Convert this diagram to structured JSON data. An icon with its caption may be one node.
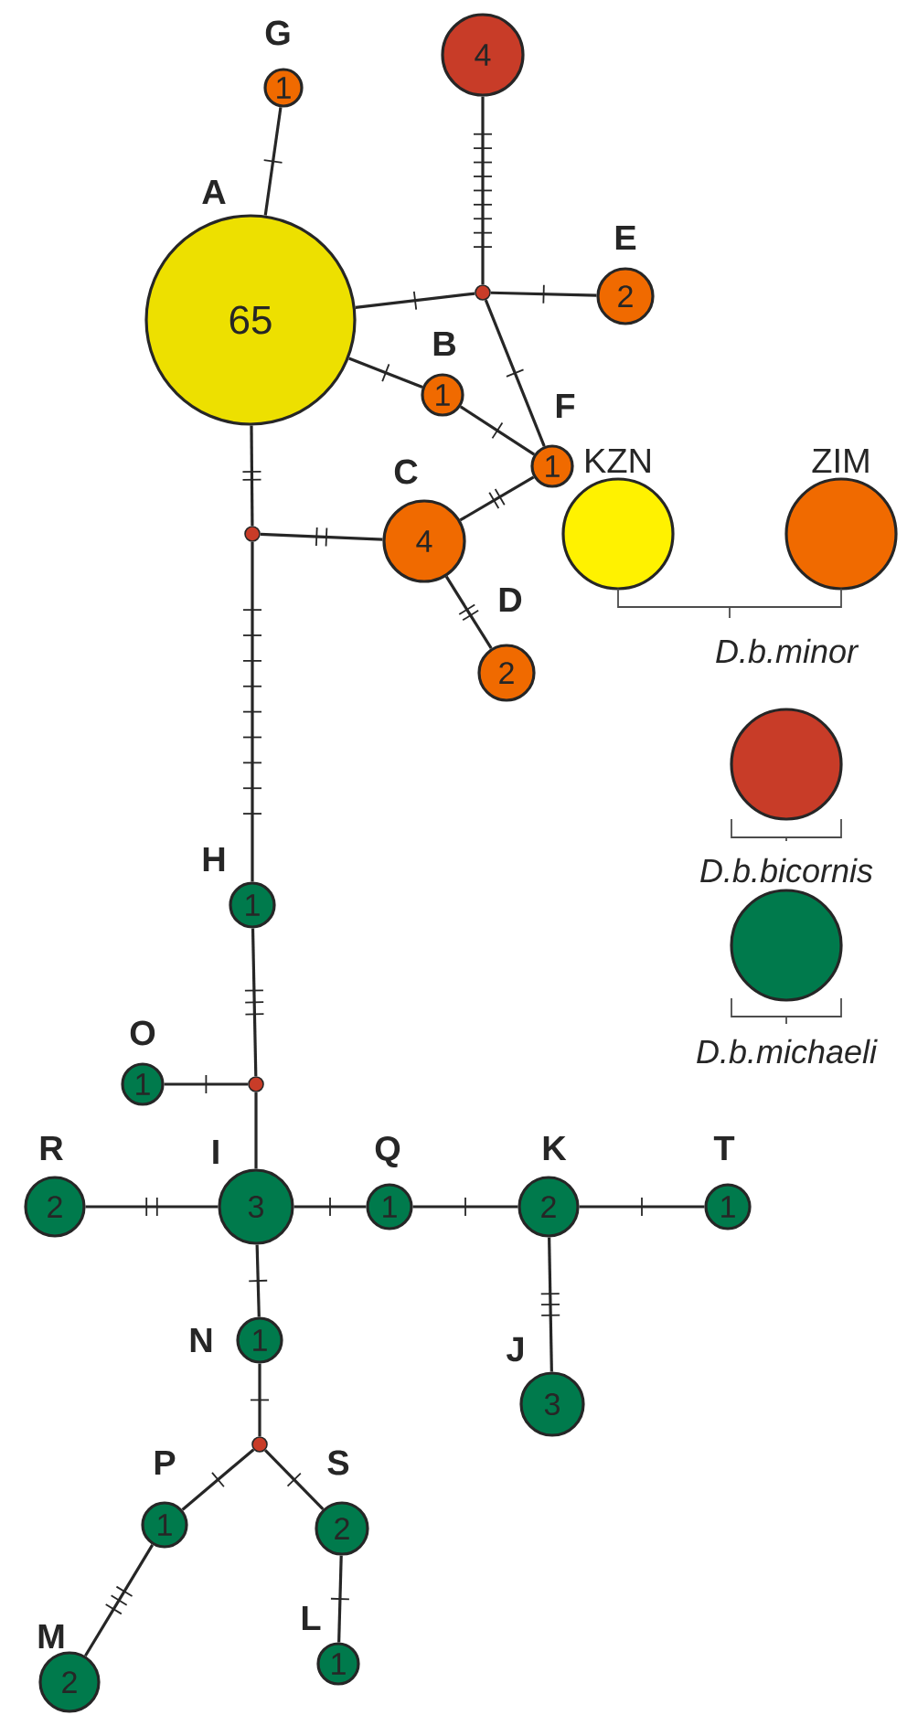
{
  "diagram": {
    "nodes": [
      {
        "text": [
          "65"
        ],
        "beside": [
          "A"
        ]
      },
      {
        "text": [
          "1"
        ],
        "beside": [
          "G"
        ]
      },
      {
        "text": [
          "4"
        ]
      },
      {
        "text": [
          "2"
        ],
        "beside": [
          "E"
        ]
      },
      {
        "text": [
          "1"
        ],
        "beside": [
          "B"
        ]
      },
      {
        "text": [
          "1"
        ],
        "beside": [
          "F"
        ]
      },
      {
        "text": [
          "4"
        ],
        "beside": [
          "C"
        ]
      },
      {
        "text": [
          "2"
        ],
        "beside": [
          "D"
        ]
      },
      {
        "text": [
          "1"
        ],
        "beside": [
          "H"
        ]
      },
      {
        "text": [
          "1"
        ],
        "beside": [
          "O"
        ]
      },
      {
        "text": [
          "3"
        ],
        "beside": [
          "I"
        ]
      },
      {
        "text": [
          "2"
        ],
        "beside": [
          "R"
        ]
      },
      {
        "text": [
          "1"
        ],
        "beside": [
          "Q"
        ]
      },
      {
        "text": [
          "2"
        ],
        "beside": [
          "K"
        ]
      },
      {
        "text": [
          "1"
        ],
        "beside": [
          "T"
        ]
      },
      {
        "text": [
          "3"
        ],
        "beside": [
          "J"
        ]
      },
      {
        "text": [
          "1"
        ],
        "beside": [
          "N"
        ]
      },
      {
        "text": [
          "1"
        ],
        "beside": [
          "P"
        ]
      },
      {
        "text": [
          "2"
        ],
        "beside": [
          "S"
        ]
      },
      {
        "text": [
          "2"
        ],
        "beside": [
          "M"
        ]
      },
      {
        "text": [
          "1"
        ],
        "beside": [
          "L"
        ]
      },
      {
        "text": [],
        "shape": "circle"
      },
      {
        "text": [],
        "shape": "circle"
      },
      {
        "text": [],
        "shape": "circle"
      },
      {
        "text": [],
        "shape": "circle"
      }
    ],
    "edges": [
      {
        "from": 0,
        "to": 1,
        "arrow": "none"
      },
      {
        "from": 0,
        "to": 21,
        "arrow": "none"
      },
      {
        "from": 21,
        "to": 2,
        "arrow": "none"
      },
      {
        "from": 21,
        "to": 3,
        "arrow": "none"
      },
      {
        "from": 21,
        "to": 5,
        "arrow": "none"
      },
      {
        "from": 0,
        "to": 4,
        "arrow": "none"
      },
      {
        "from": 4,
        "to": 5,
        "arrow": "none"
      },
      {
        "from": 5,
        "to": 6,
        "arrow": "none"
      },
      {
        "from": 6,
        "to": 22,
        "arrow": "none"
      },
      {
        "from": 6,
        "to": 7,
        "arrow": "none"
      },
      {
        "from": 0,
        "to": 22,
        "arrow": "none"
      },
      {
        "from": 22,
        "to": 8,
        "arrow": "none"
      },
      {
        "from": 8,
        "to": 23,
        "arrow": "none"
      },
      {
        "from": 9,
        "to": 23,
        "arrow": "none"
      },
      {
        "from": 23,
        "to": 10,
        "arrow": "none"
      },
      {
        "from": 11,
        "to": 10,
        "arrow": "none"
      },
      {
        "from": 10,
        "to": 12,
        "arrow": "none"
      },
      {
        "from": 12,
        "to": 13,
        "arrow": "none"
      },
      {
        "from": 13,
        "to": 14,
        "arrow": "none"
      },
      {
        "from": 13,
        "to": 15,
        "arrow": "none"
      },
      {
        "from": 10,
        "to": 16,
        "arrow": "none"
      },
      {
        "from": 16,
        "to": 24,
        "arrow": "none"
      },
      {
        "from": 24,
        "to": 17,
        "arrow": "none"
      },
      {
        "from": 24,
        "to": 18,
        "arrow": "none"
      },
      {
        "from": 17,
        "to": 19,
        "arrow": "none"
      },
      {
        "from": 18,
        "to": 20,
        "arrow": "none"
      }
    ],
    "legend": [
      {
        "text": "KZN",
        "color": "#fff200"
      },
      {
        "text": "ZIM",
        "color": "#f06a00"
      },
      {
        "text": "D.b.minor"
      },
      {
        "text": "D.b.bicornis",
        "color": "#c83c28"
      },
      {
        "text": "D.b.michaeli",
        "color": "#007a4c"
      }
    ]
  }
}
